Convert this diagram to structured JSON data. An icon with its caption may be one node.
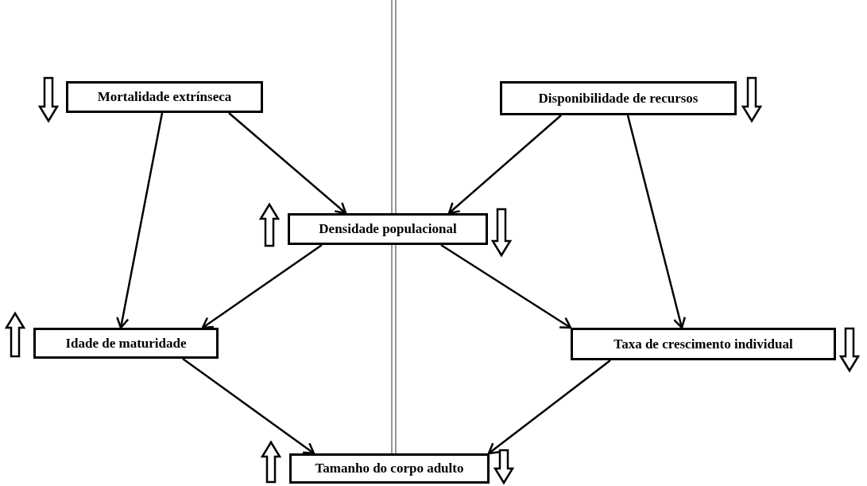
{
  "diagram": {
    "nodes": [
      {
        "text": [
          "Mortalidade extrínseca"
        ]
      },
      {
        "text": [
          "Disponibilidade de recursos"
        ]
      },
      {
        "text": [
          "Densidade populacional"
        ]
      },
      {
        "text": [
          "Idade de maturidade"
        ]
      },
      {
        "text": [
          "Taxa de crescimento individual"
        ]
      },
      {
        "text": [
          "Tamanho do corpo adulto"
        ]
      }
    ],
    "edges": [
      {
        "from": 0,
        "to": 3,
        "arrow": "to"
      },
      {
        "from": 0,
        "to": 2,
        "arrow": "to"
      },
      {
        "from": 1,
        "to": 2,
        "arrow": "to"
      },
      {
        "from": 1,
        "to": 4,
        "arrow": "to"
      },
      {
        "from": 2,
        "to": 3,
        "arrow": "to"
      },
      {
        "from": 2,
        "to": 4,
        "arrow": "to"
      },
      {
        "from": 3,
        "to": 5,
        "arrow": "to"
      },
      {
        "from": 4,
        "to": 5,
        "arrow": "to"
      }
    ]
  }
}
